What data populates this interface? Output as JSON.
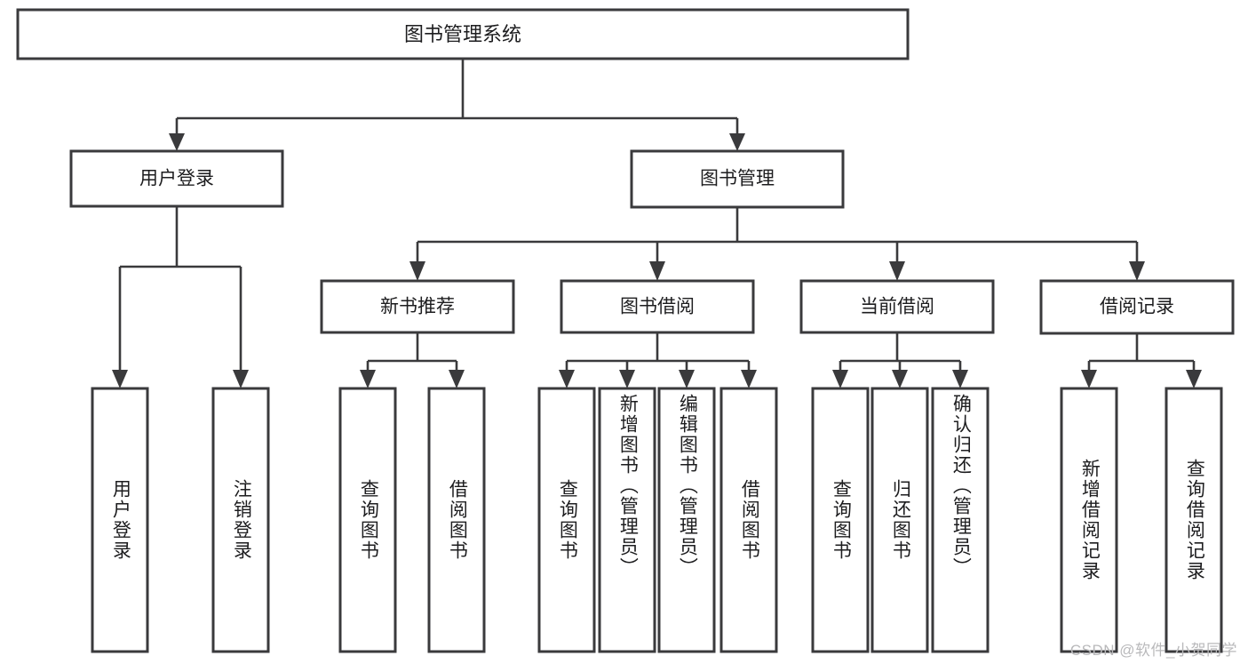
{
  "diagram": {
    "type": "tree",
    "title": "图书管理系统",
    "root": {
      "id": "root",
      "label": "图书管理系统"
    },
    "level2": [
      {
        "id": "user-login",
        "label": "用户登录"
      },
      {
        "id": "book-manage",
        "label": "图书管理"
      }
    ],
    "level3": [
      {
        "id": "new-book-rec",
        "label": "新书推荐",
        "parent": "book-manage"
      },
      {
        "id": "book-borrow",
        "label": "图书借阅",
        "parent": "book-manage"
      },
      {
        "id": "current-borrow",
        "label": "当前借阅",
        "parent": "book-manage"
      },
      {
        "id": "borrow-record",
        "label": "借阅记录",
        "parent": "book-manage"
      }
    ],
    "leaves": [
      {
        "id": "leaf-user-login",
        "label": "用户登录",
        "parent": "user-login"
      },
      {
        "id": "leaf-user-logout",
        "label": "注销登录",
        "parent": "user-login"
      },
      {
        "id": "leaf-query-book-1",
        "label": "查询图书",
        "parent": "new-book-rec"
      },
      {
        "id": "leaf-borrow-book-1",
        "label": "借阅图书",
        "parent": "new-book-rec"
      },
      {
        "id": "leaf-query-book-2",
        "label": "查询图书",
        "parent": "book-borrow"
      },
      {
        "id": "leaf-add-book",
        "label": "新增图书（管理员）",
        "parent": "book-borrow"
      },
      {
        "id": "leaf-edit-book",
        "label": "编辑图书（管理员）",
        "parent": "book-borrow"
      },
      {
        "id": "leaf-borrow-book-2",
        "label": "借阅图书",
        "parent": "book-borrow"
      },
      {
        "id": "leaf-query-book-3",
        "label": "查询图书",
        "parent": "current-borrow"
      },
      {
        "id": "leaf-return-book",
        "label": "归还图书",
        "parent": "current-borrow"
      },
      {
        "id": "leaf-confirm-return",
        "label": "确认归还（管理员）",
        "parent": "current-borrow"
      },
      {
        "id": "leaf-add-record",
        "label": "新增借阅记录",
        "parent": "borrow-record"
      },
      {
        "id": "leaf-query-record",
        "label": "查询借阅记录",
        "parent": "borrow-record"
      }
    ]
  },
  "watermark": {
    "text": "CSDN @软件_小贺同学"
  },
  "colors": {
    "background": "#ffffff",
    "box_stroke": "#3a3a3c",
    "box_fill": "#ffffff",
    "text": "#1d1d1f",
    "watermark": "#b9b9bb"
  }
}
